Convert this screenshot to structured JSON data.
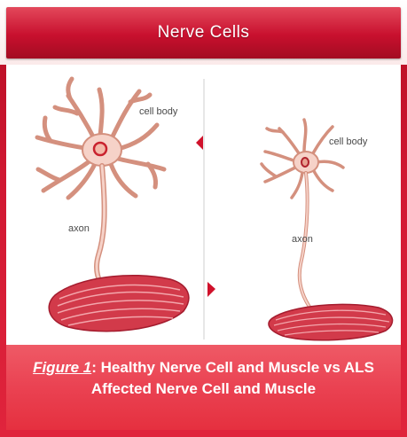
{
  "header": {
    "title": "Nerve Cells"
  },
  "diagram": {
    "healthy": {
      "cell_body_label": "cell body",
      "axon_label": "axon"
    },
    "affected": {
      "cell_body_label": "cell body",
      "axon_label": "axon"
    }
  },
  "caption": {
    "figure_ref": "Figure 1",
    "text": ": Healthy Nerve Cell and Muscle vs ALS Affected Nerve Cell and Muscle"
  },
  "colors": {
    "brand_red": "#c8102e",
    "caption_red": "#ea4252",
    "neuron_fill": "#f6d2c8",
    "neuron_stroke": "#d4907e",
    "nucleus": "#c9222e",
    "muscle": "#d23a4a",
    "muscle_stripe": "#f3a6ac"
  }
}
